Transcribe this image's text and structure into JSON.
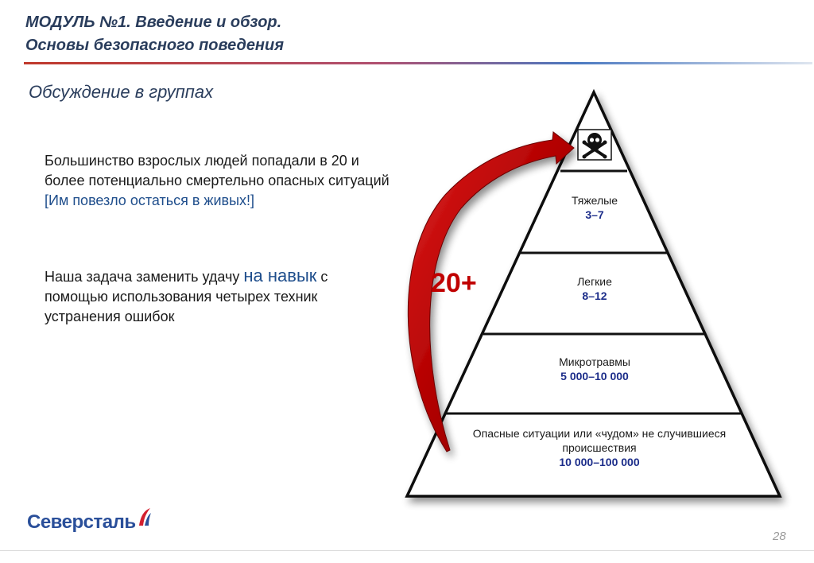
{
  "header": {
    "title_line1": "МОДУЛЬ №1. Введение и обзор.",
    "title_line2": "Основы безопасного поведения"
  },
  "section_title": "Обсуждение в группах",
  "text": {
    "para1": "Большинство взрослых людей попадали в 20 и более потенциально смертельно опасных ситуаций",
    "para1_lucky": "[Им повезло остаться в живых!]",
    "para2_before": "Наша задача  заменить удачу ",
    "para2_skill": "на навык",
    "para2_after": " с помощью использования четырех техник устранения ошибок"
  },
  "pyramid": {
    "arrow_label": "20+",
    "top_icon": "skull-crossbones-icon",
    "levels": [
      {
        "label": "Тяжелые",
        "value": "3–7"
      },
      {
        "label": "Легкие",
        "value": "8–12"
      },
      {
        "label": "Микротравмы",
        "value": "5 000–10 000"
      },
      {
        "label": "Опасные ситуации или «чудом» не случившиеся происшествия",
        "value": "10 000–100 000"
      }
    ]
  },
  "logo": {
    "text": "Северсталь"
  },
  "page_number": "28",
  "colors": {
    "title": "#2a3d5c",
    "accent_blue": "#1f4e8c",
    "value_blue": "#1c2d8a",
    "arrow_red": "#c00000",
    "logo_blue": "#2a4f9a",
    "logo_red": "#d3202f"
  }
}
